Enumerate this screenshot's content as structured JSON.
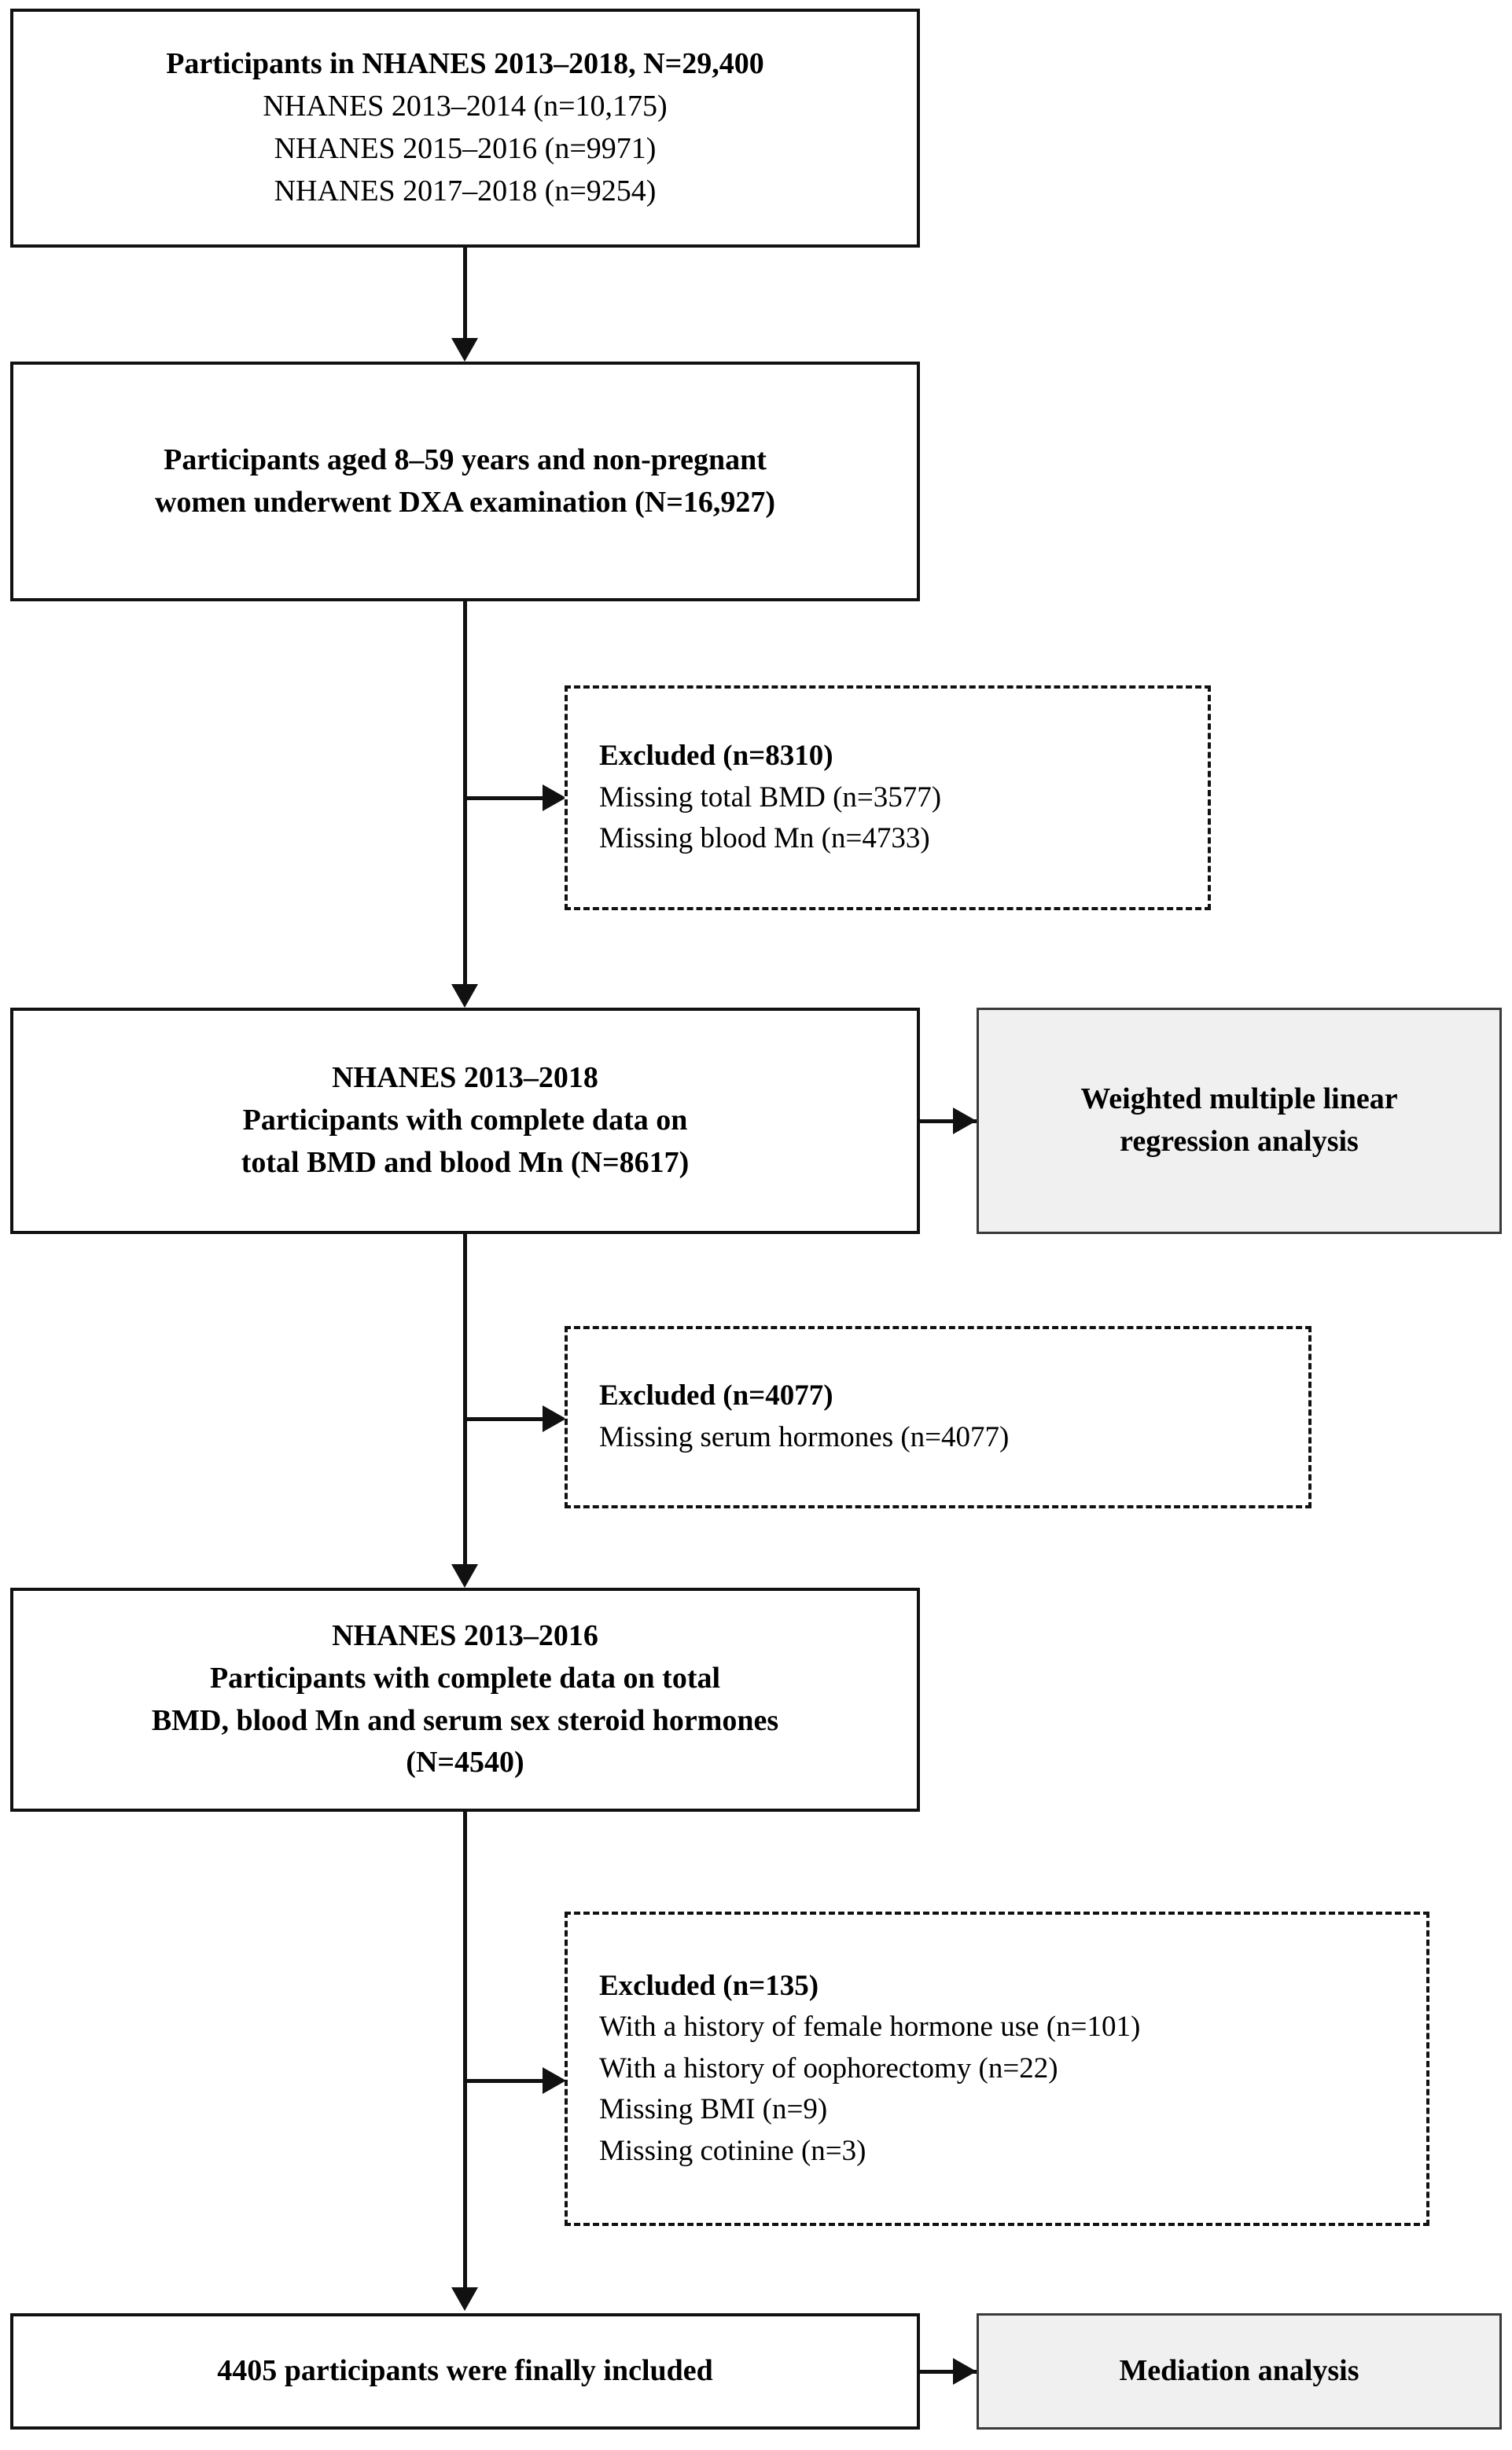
{
  "diagram": {
    "title": "NHANES participant selection flowchart",
    "colors": {
      "stroke": "#111111",
      "box_fill": "#ffffff",
      "analysis_box_fill": "#f0f0f0",
      "analysis_box_border": "#3a3a3a"
    }
  },
  "nodes": {
    "source": {
      "lines": [
        {
          "text": "Participants in NHANES 2013–2018, N=29,400",
          "bold": true
        },
        {
          "text": "NHANES 2013–2014 (n=10,175)",
          "bold": false
        },
        {
          "text": "NHANES 2015–2016 (n=9971)",
          "bold": false
        },
        {
          "text": "NHANES 2017–2018 (n=9254)",
          "bold": false
        }
      ]
    },
    "eligible": {
      "lines": [
        {
          "text": "Participants aged 8–59 years and non-pregnant",
          "bold": true
        },
        {
          "text": "women underwent DXA examination (N=16,927)",
          "bold": true
        }
      ]
    },
    "excluded_1": {
      "lines": [
        {
          "text": "Excluded (n=8310)",
          "bold": true
        },
        {
          "text": "Missing total BMD (n=3577)",
          "bold": false
        },
        {
          "text": "Missing blood Mn (n=4733)",
          "bold": false
        }
      ]
    },
    "cohort_bmd_mn": {
      "lines": [
        {
          "text": "NHANES 2013–2018",
          "bold": true
        },
        {
          "text": "Participants with complete data on",
          "bold": true
        },
        {
          "text": "total BMD and blood Mn (N=8617)",
          "bold": true
        }
      ]
    },
    "analysis_regression": {
      "lines": [
        {
          "text": "Weighted multiple linear",
          "bold": true
        },
        {
          "text": "regression analysis",
          "bold": true
        }
      ]
    },
    "excluded_2": {
      "lines": [
        {
          "text": "Excluded (n=4077)",
          "bold": true
        },
        {
          "text": "Missing serum hormones (n=4077)",
          "bold": false
        }
      ]
    },
    "cohort_hormones": {
      "lines": [
        {
          "text": "NHANES 2013–2016",
          "bold": true
        },
        {
          "text": "Participants with complete data on total",
          "bold": true
        },
        {
          "text": "BMD, blood Mn and serum sex steroid hormones",
          "bold": true
        },
        {
          "text": "(N=4540)",
          "bold": true
        }
      ]
    },
    "excluded_3": {
      "lines": [
        {
          "text": "Excluded (n=135)",
          "bold": true
        },
        {
          "text": "With a history of female hormone use (n=101)",
          "bold": false
        },
        {
          "text": "With a history of oophorectomy (n=22)",
          "bold": false
        },
        {
          "text": "Missing BMI (n=9)",
          "bold": false
        },
        {
          "text": "Missing cotinine (n=3)",
          "bold": false
        }
      ]
    },
    "final": {
      "lines": [
        {
          "text": "4405 participants were finally included",
          "bold": true
        }
      ]
    },
    "analysis_mediation": {
      "lines": [
        {
          "text": "Mediation analysis",
          "bold": true
        }
      ]
    }
  },
  "counts": {
    "total_participants": 29400,
    "nhanes_2013_2014": 10175,
    "nhanes_2015_2016": 9971,
    "nhanes_2017_2018": 9254,
    "dxa_eligible": 16927,
    "excluded_step1_total": 8310,
    "missing_total_bmd": 3577,
    "missing_blood_mn": 4733,
    "cohort_bmd_mn": 8617,
    "excluded_step2_total": 4077,
    "missing_serum_hormones": 4077,
    "cohort_hormones": 4540,
    "excluded_step3_total": 135,
    "history_female_hormone_use": 101,
    "history_oophorectomy": 22,
    "missing_bmi": 9,
    "missing_cotinine": 3,
    "final_included": 4405
  }
}
